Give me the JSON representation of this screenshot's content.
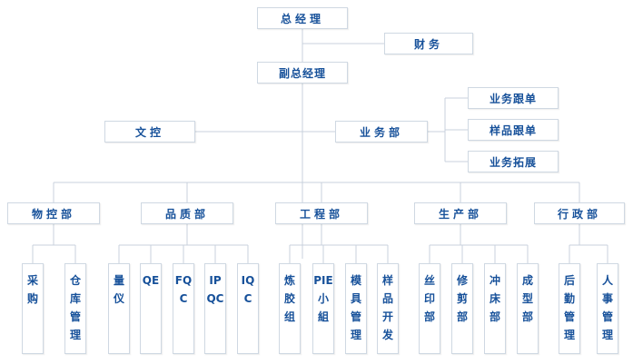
{
  "top": {
    "general_manager": "总经理",
    "finance": "财务",
    "deputy_gm": "副总经理",
    "doc_control": "文控",
    "business_dept": "业务部",
    "biz_subs": [
      "业务跟单",
      "样品跟单",
      "业务拓展"
    ]
  },
  "departments": [
    {
      "name": "物控部",
      "units": [
        "采购",
        "仓库管理"
      ]
    },
    {
      "name": "品质部",
      "units": [
        "量仪",
        "QE",
        "FQC",
        "IPQC",
        "IQC"
      ]
    },
    {
      "name": "工程部",
      "units": [
        "炼胶组",
        "PIE小組",
        "模具管理",
        "样品开发"
      ]
    },
    {
      "name": "生产部",
      "units": [
        "丝印部",
        "修剪部",
        "冲床部",
        "成型部"
      ]
    },
    {
      "name": "行政部",
      "units": [
        "后勤管理",
        "人事管理"
      ]
    }
  ],
  "colors": {
    "text": "#17519a",
    "line": "#c8d1dc",
    "border": "#cfd8e2"
  }
}
